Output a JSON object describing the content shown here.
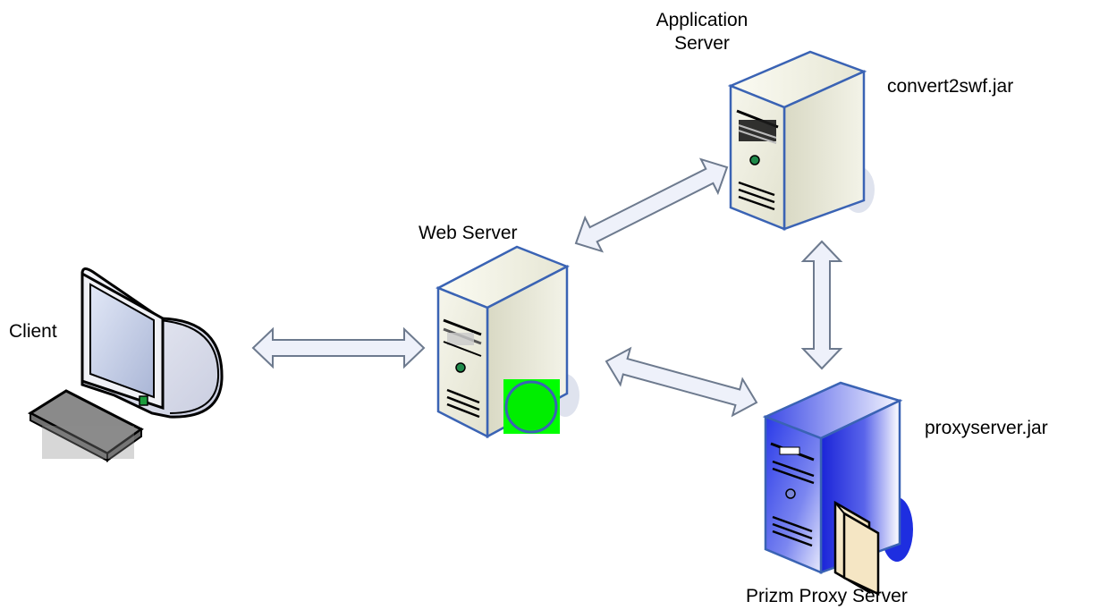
{
  "nodes": {
    "client": {
      "label": "Client"
    },
    "web_server": {
      "label": "Web Server"
    },
    "app_server": {
      "title_line1": "Application",
      "title_line2": "Server",
      "file": "convert2swf.jar"
    },
    "proxy_server": {
      "label": "Prizm Proxy Server",
      "file": "proxyserver.jar"
    }
  },
  "connections": [
    {
      "from": "client",
      "to": "web_server",
      "direction": "bidirectional"
    },
    {
      "from": "web_server",
      "to": "app_server",
      "direction": "bidirectional"
    },
    {
      "from": "web_server",
      "to": "proxy_server",
      "direction": "bidirectional"
    },
    {
      "from": "app_server",
      "to": "proxy_server",
      "direction": "bidirectional"
    }
  ],
  "colors": {
    "arrow_fill": "#eef1fa",
    "arrow_stroke": "#6d7a8e",
    "case_fill": "#f1f1e4",
    "case_edge": "#3a63b4",
    "proxy_blue": "#1e2ee0",
    "status_green": "#00ff00",
    "keyboard": "#8c8c8c"
  }
}
